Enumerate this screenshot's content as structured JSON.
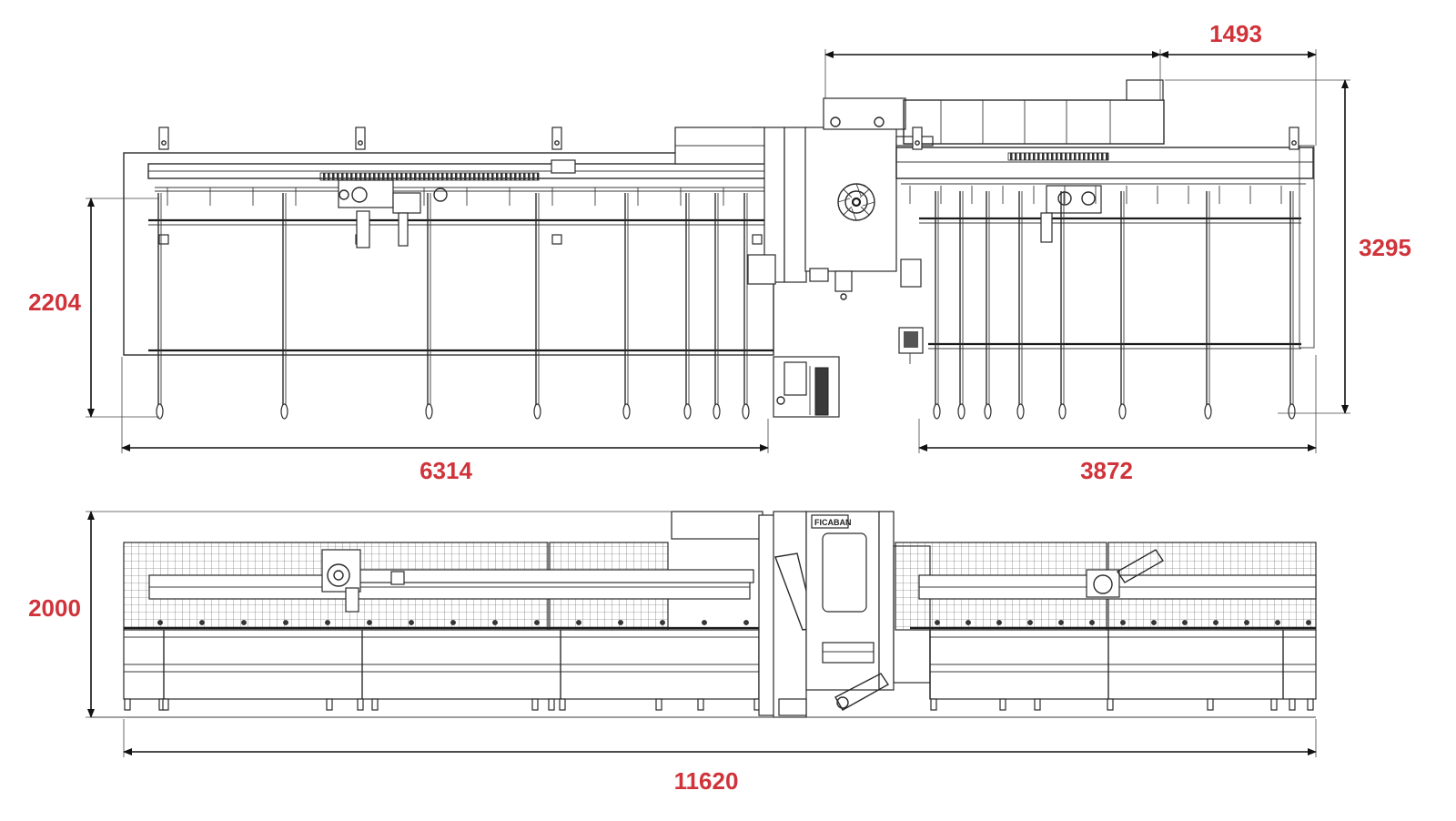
{
  "colors": {
    "dimension_text": "#d0333a",
    "line": "#2a2a2a",
    "background": "#ffffff"
  },
  "plan_view": {
    "dimensions": {
      "top_width": "1493",
      "right_height": "3295",
      "left_height": "2204",
      "left_width": "6314",
      "right_width": "3872"
    }
  },
  "front_view": {
    "dimensions": {
      "height": "2000",
      "overall_length": "11620"
    },
    "machine_label": "FICABAN"
  }
}
